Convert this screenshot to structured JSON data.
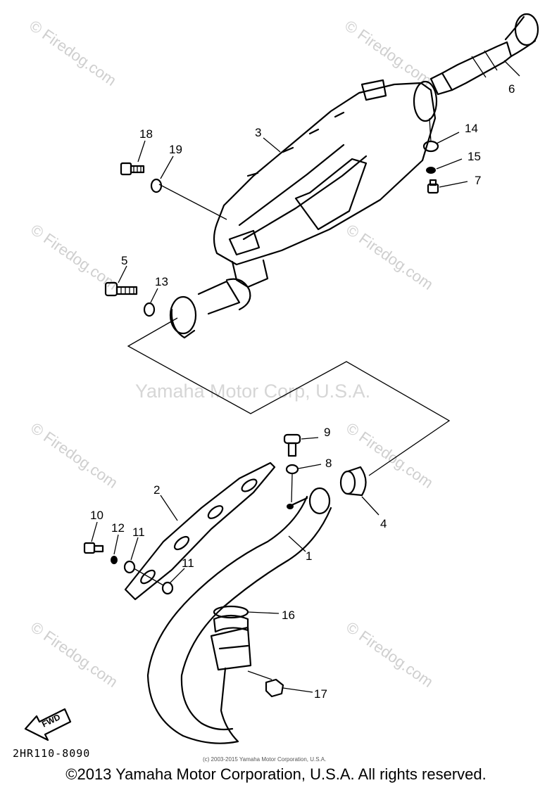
{
  "watermark": "© Firedog.com",
  "center_watermark": "Yamaha Motor Corp, U.S.A.",
  "diagram_code": "2HR110-8090",
  "fwd_label": "FWD",
  "small_copyright": "(c) 2003-2015 Yamaha Motor Corporation, U.S.A.",
  "footer": "©2013 Yamaha Motor Corporation, U.S.A. All rights reserved.",
  "callouts": {
    "c1": "1",
    "c2": "2",
    "c3": "3",
    "c4": "4",
    "c5": "5",
    "c6": "6",
    "c7": "7",
    "c8": "8",
    "c9": "9",
    "c10": "10",
    "c11a": "11",
    "c11b": "11",
    "c12": "12",
    "c13": "13",
    "c14": "14",
    "c15": "15",
    "c16": "16",
    "c17": "17",
    "c18": "18",
    "c19": "19"
  }
}
